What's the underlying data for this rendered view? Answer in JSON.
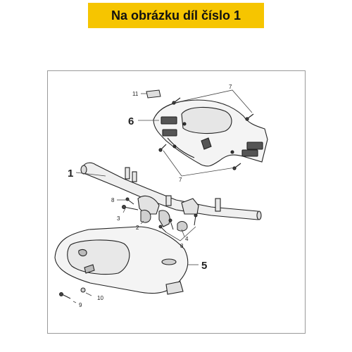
{
  "banner": {
    "text": "Na obrázku díl číslo 1",
    "color": "#f6c500"
  },
  "callouts": {
    "c1": "1",
    "c2": "2",
    "c3": "3",
    "c4": "4",
    "c5": "5",
    "c6": "6",
    "c7a": "7",
    "c7b": "7",
    "c8a": "8",
    "c8b": "8",
    "c9": "9",
    "c10": "10",
    "c11": "11"
  }
}
